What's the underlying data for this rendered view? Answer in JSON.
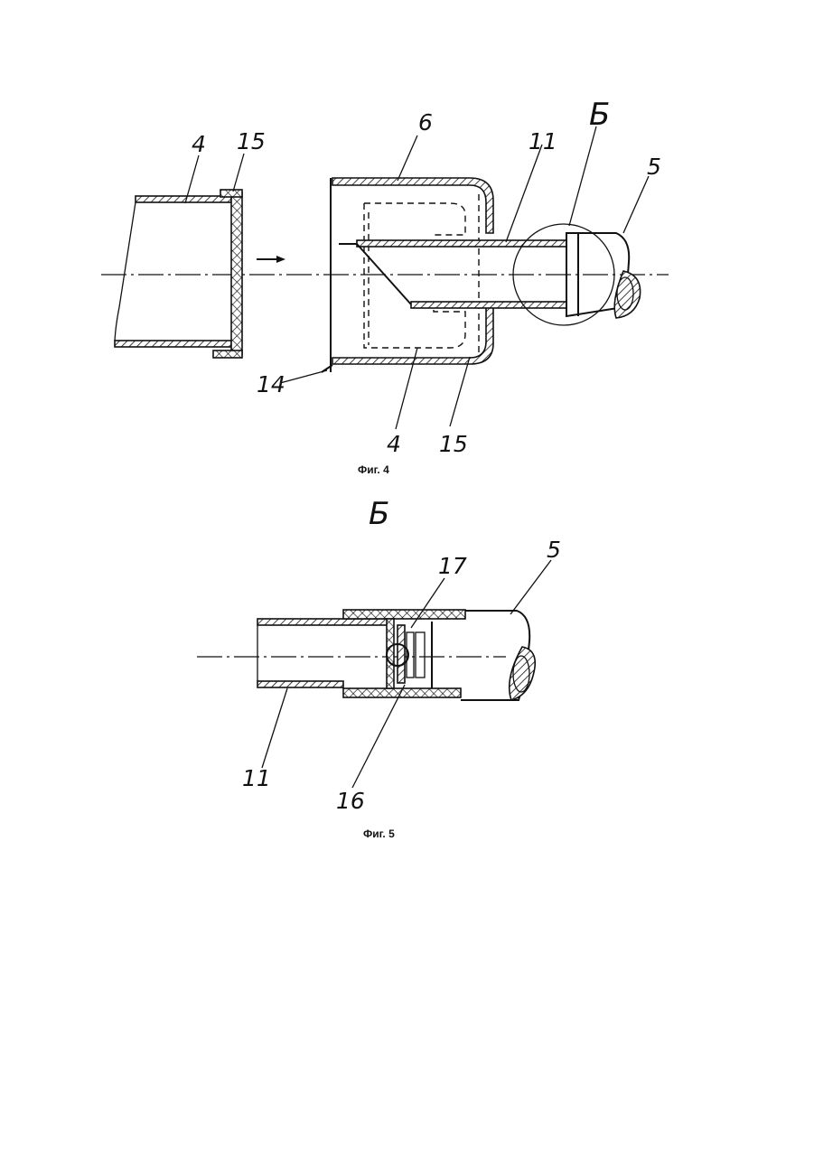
{
  "figures": [
    {
      "caption": "Фиг. 4",
      "labels": {
        "cap_4": "4",
        "seal_15": "15",
        "housing_6": "6",
        "tube_11": "11",
        "detail_b": "Б",
        "hose_5": "5",
        "edge_14": "14",
        "inner_4": "4",
        "inner_15": "15"
      }
    },
    {
      "caption": "Фиг. 5",
      "title": "Б",
      "labels": {
        "ring_17": "17",
        "hose_5": "5",
        "tube_11": "11",
        "valve_16": "16"
      }
    }
  ]
}
